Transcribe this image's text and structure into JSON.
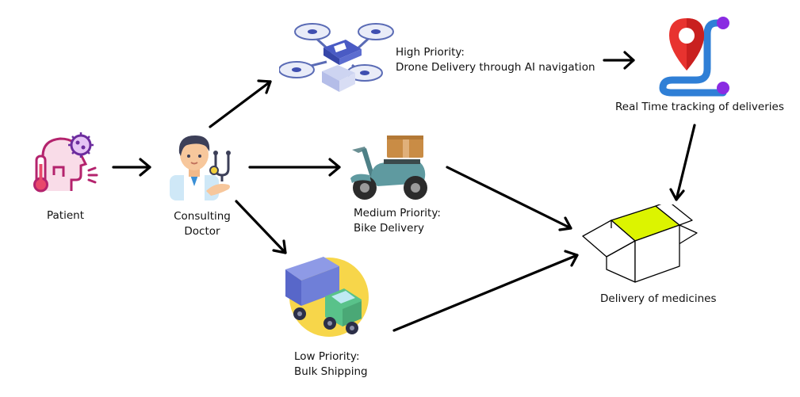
{
  "nodes": {
    "patient": {
      "label": "Patient"
    },
    "doctor": {
      "label_line1": "Consulting",
      "label_line2": "Doctor"
    },
    "drone": {
      "label_line1": "High Priority:",
      "label_line2": "Drone Delivery through AI navigation"
    },
    "bike": {
      "label_line1": "Medium Priority:",
      "label_line2": "Bike Delivery"
    },
    "truck": {
      "label_line1": "Low Priority:",
      "label_line2": "Bulk Shipping"
    },
    "tracking": {
      "label": "Real Time tracking of deliveries"
    },
    "delivery": {
      "label": "Delivery of medicines"
    }
  },
  "icons": {
    "patient": "sick-patient-icon",
    "doctor": "doctor-icon",
    "drone": "drone-icon",
    "bike": "scooter-icon",
    "truck": "truck-icon",
    "tracking": "map-pin-route-icon",
    "delivery": "open-box-icon"
  },
  "colors": {
    "arrow": "#000000",
    "pin_red": "#e8332f",
    "route_blue": "#2f7fd6",
    "route_purple": "#8a2be2",
    "box_lime": "#dcf400",
    "patient_magenta": "#b4236d",
    "scooter_teal": "#5f9aa0",
    "truck_blue": "#6f7fd8",
    "truck_green": "#59c28a",
    "sun_yellow": "#f7d64a"
  }
}
